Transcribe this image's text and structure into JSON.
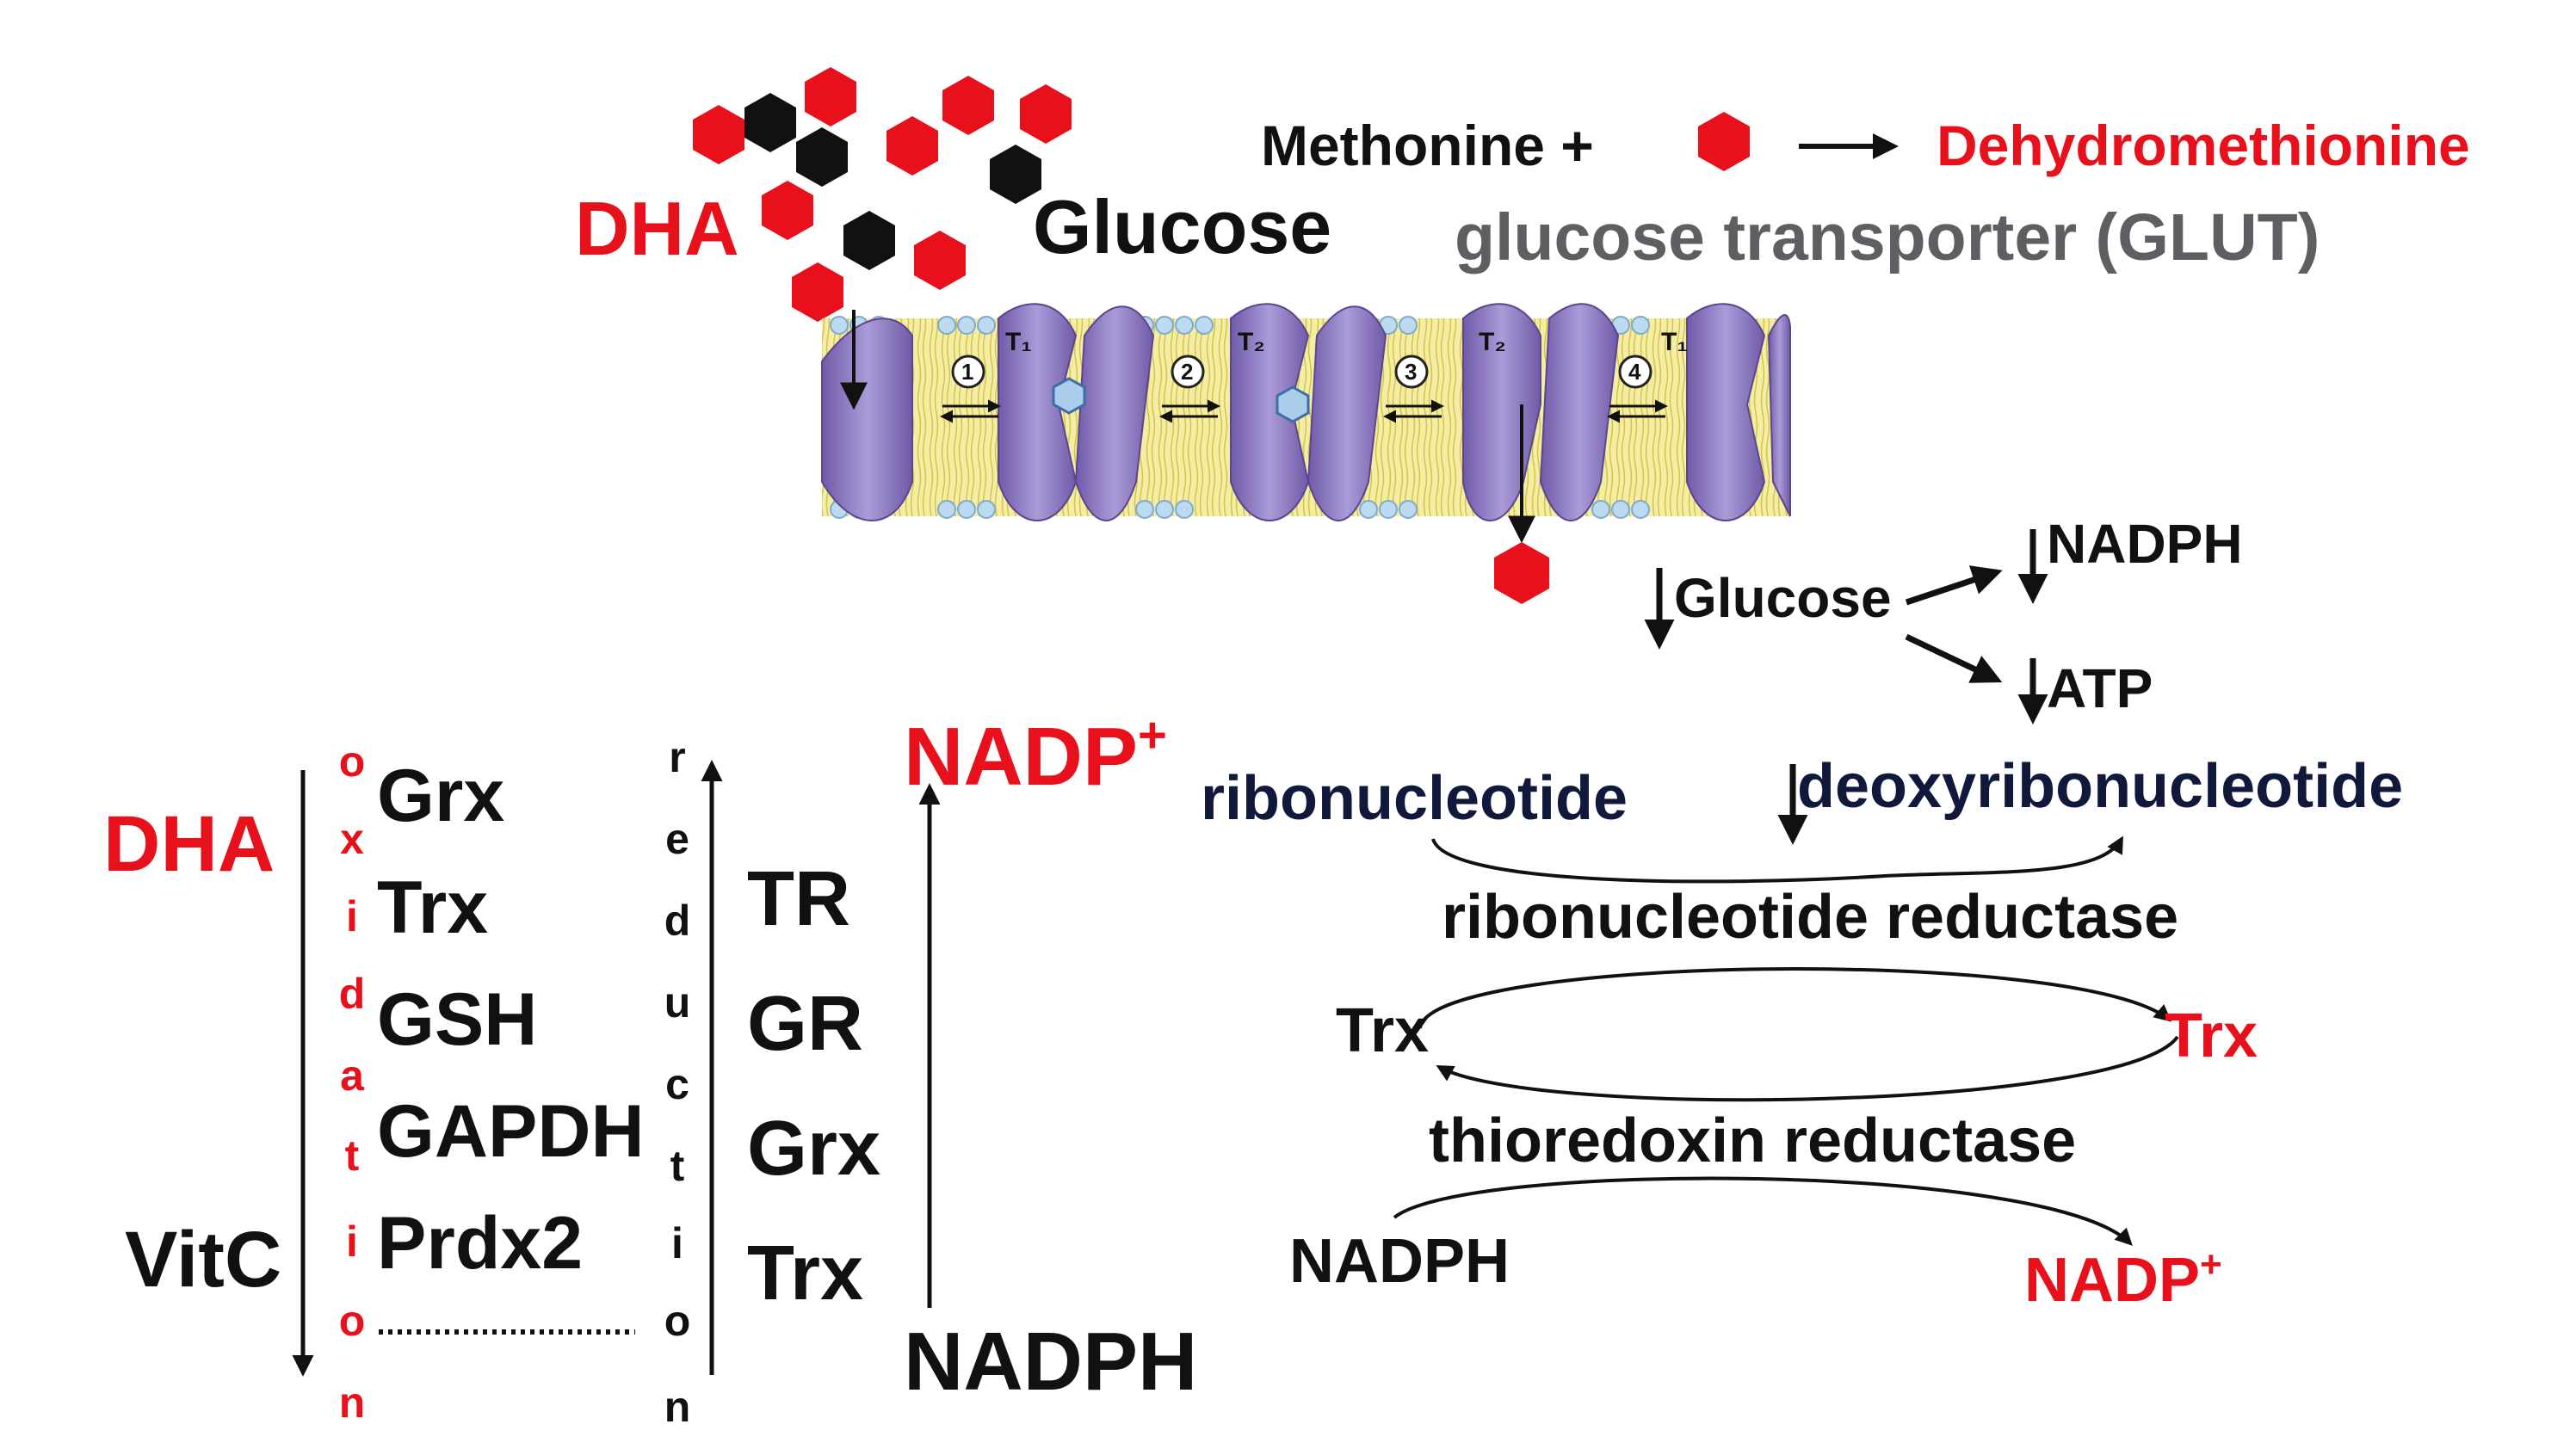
{
  "top": {
    "dha_label": "DHA",
    "glucose_label": "Glucose",
    "reaction": {
      "reactant": "Methonine +",
      "product": "Dehydromethionine"
    },
    "transporter_label": "glucose transporter (GLUT)",
    "membrane": {
      "subunits": [
        "T₁",
        "T₂",
        "T₂",
        "T₁"
      ],
      "steps": [
        "1",
        "2",
        "3",
        "4"
      ]
    }
  },
  "metabolism": {
    "glucose": "Glucose",
    "nadph": "NADPH",
    "atp": "ATP"
  },
  "left_panel": {
    "dha": "DHA",
    "vitc": "VitC",
    "oxidation_letters": [
      "o",
      "x",
      "i",
      "d",
      "a",
      "t",
      "i",
      "o",
      "n"
    ],
    "targets": [
      "Grx",
      "Trx",
      "GSH",
      "GAPDH",
      "Prdx2"
    ],
    "reduction_letters": [
      "r",
      "e",
      "d",
      "u",
      "c",
      "t",
      "i",
      "o",
      "n"
    ],
    "enzymes": [
      "TR",
      "GR",
      "Grx",
      "Trx"
    ],
    "nadp_plus": "NADP",
    "nadp_sup": "+",
    "nadph": "NADPH"
  },
  "right_panel": {
    "ribonucleotide": "ribonucleotide",
    "deoxyribonucleotide": "deoxyribonucleotide",
    "rnr": "ribonucleotide reductase",
    "trx_left": "Trx",
    "trx_right": "Trx",
    "thioredoxin_reductase": "thioredoxin reductase",
    "nadph": "NADPH",
    "nadp_plus": "NADP",
    "nadp_sup": "+"
  },
  "colors": {
    "red": "#e8101a",
    "black": "#111111",
    "navy": "#10183c",
    "gray": "#5f5f63",
    "membrane_purple": "#8f7cc0",
    "lipid_yellow": "#f1ec9c",
    "lipid_head_blue": "#b9d8ef"
  }
}
